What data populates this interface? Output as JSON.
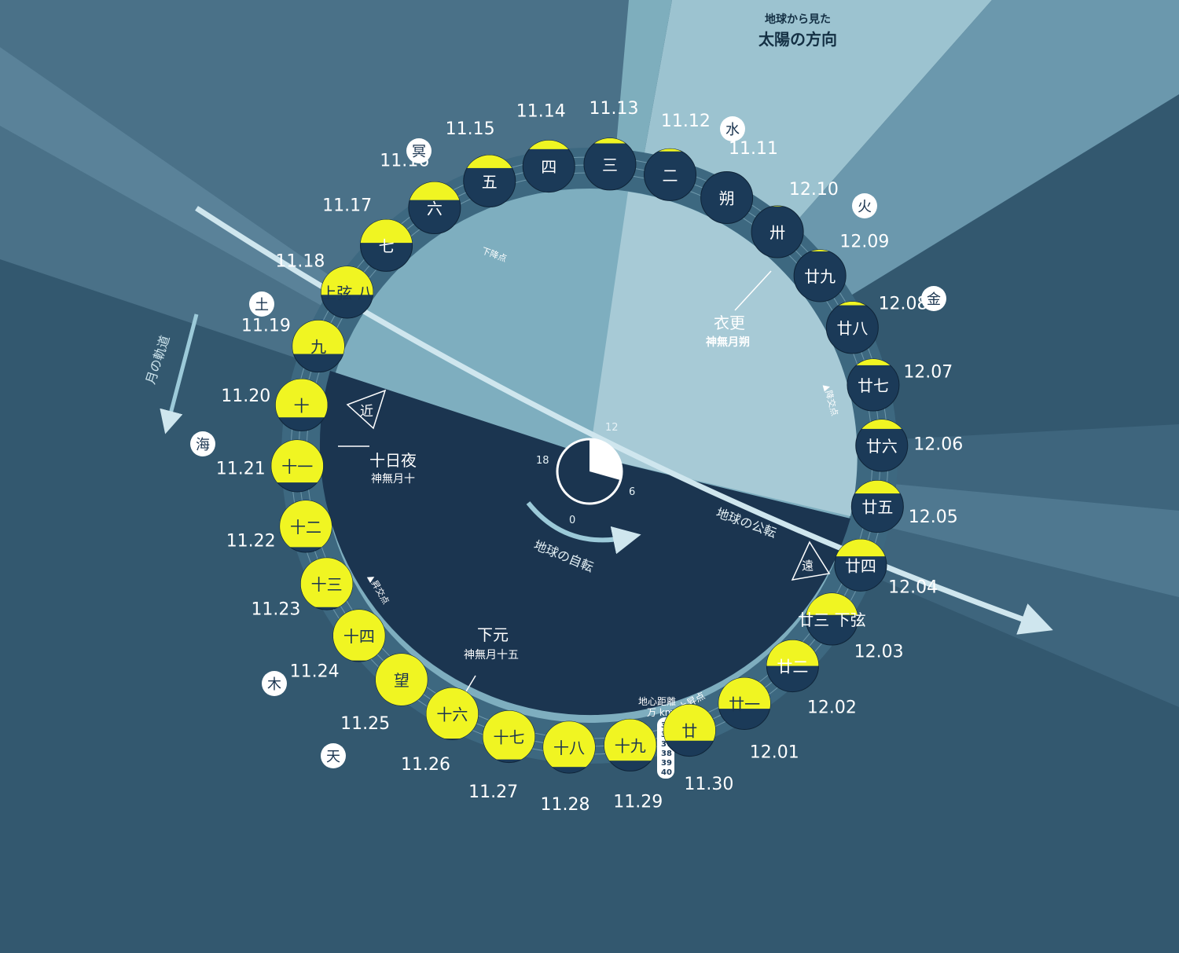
{
  "sun_direction": {
    "line1": "地球から見た",
    "line2": "太陽の方向"
  },
  "moon_orbit_label": "月の軌道",
  "earth_orbit_label": "地球の公転",
  "earth_rotation_label": "地球の自転",
  "clock": {
    "t12": "12",
    "t18": "18",
    "t6": "6",
    "t0": "0"
  },
  "distance_scale": {
    "title1": "地心距離",
    "title2": "万 km",
    "values": [
      "35",
      "36",
      "37",
      "38",
      "39",
      "40"
    ]
  },
  "nodes": {
    "descending": "下降点",
    "ascending_up": "上昇点",
    "asc_node": "▲昇交点",
    "desc_node": "▲降交点"
  },
  "perigee": "近",
  "apogee": "遠",
  "annotations": {
    "new_moon": {
      "title": "衣更",
      "sub": "神無月朔"
    },
    "tenth": {
      "title": "十日夜",
      "sub": "神無月十"
    },
    "full": {
      "title": "下元",
      "sub": "神無月十五"
    }
  },
  "planets": [
    {
      "label": "冥"
    },
    {
      "label": "水"
    },
    {
      "label": "火"
    },
    {
      "label": "金"
    },
    {
      "label": "土"
    },
    {
      "label": "海"
    },
    {
      "label": "木"
    },
    {
      "label": "天"
    }
  ],
  "moons": [
    {
      "date": "11.11",
      "day": "朔",
      "illum": 0.0
    },
    {
      "date": "11.12",
      "day": "二",
      "illum": 0.05
    },
    {
      "date": "11.13",
      "day": "三",
      "illum": 0.1
    },
    {
      "date": "11.14",
      "day": "四",
      "illum": 0.17
    },
    {
      "date": "11.15",
      "day": "五",
      "illum": 0.25
    },
    {
      "date": "11.16",
      "day": "六",
      "illum": 0.35
    },
    {
      "date": "11.17",
      "day": "七",
      "illum": 0.45
    },
    {
      "date": "11.18",
      "day": "上弦 八",
      "illum": 0.55
    },
    {
      "date": "11.19",
      "day": "九",
      "illum": 0.65
    },
    {
      "date": "11.20",
      "day": "十",
      "illum": 0.74
    },
    {
      "date": "11.21",
      "day": "十一",
      "illum": 0.82
    },
    {
      "date": "11.22",
      "day": "十二",
      "illum": 0.9
    },
    {
      "date": "11.23",
      "day": "十三",
      "illum": 0.95
    },
    {
      "date": "11.24",
      "day": "十四",
      "illum": 0.98
    },
    {
      "date": "11.25",
      "day": "望",
      "illum": 1.0
    },
    {
      "date": "11.26",
      "day": "十六",
      "illum": 0.98
    },
    {
      "date": "11.27",
      "day": "十七",
      "illum": 0.94
    },
    {
      "date": "11.28",
      "day": "十八",
      "illum": 0.88
    },
    {
      "date": "11.29",
      "day": "十九",
      "illum": 0.8
    },
    {
      "date": "11.30",
      "day": "廿",
      "illum": 0.7
    },
    {
      "date": "12.01",
      "day": "廿一",
      "illum": 0.6
    },
    {
      "date": "12.02",
      "day": "廿二",
      "illum": 0.5
    },
    {
      "date": "12.03",
      "day": "廿三 下弦",
      "illum": 0.42
    },
    {
      "date": "12.04",
      "day": "廿四",
      "illum": 0.33
    },
    {
      "date": "12.05",
      "day": "廿五",
      "illum": 0.25
    },
    {
      "date": "12.06",
      "day": "廿六",
      "illum": 0.18
    },
    {
      "date": "12.07",
      "day": "廿七",
      "illum": 0.12
    },
    {
      "date": "12.08",
      "day": "廿八",
      "illum": 0.07
    },
    {
      "date": "12.09",
      "day": "廿九",
      "illum": 0.03
    },
    {
      "date": "12.10",
      "day": "卅",
      "illum": 0.01
    }
  ],
  "colors": {
    "background": "#33586f",
    "moon_lit": "#f0f522",
    "moon_dark": "#1b3a58",
    "night": "#1b3550",
    "sun_beam": "#9cc3d0"
  }
}
